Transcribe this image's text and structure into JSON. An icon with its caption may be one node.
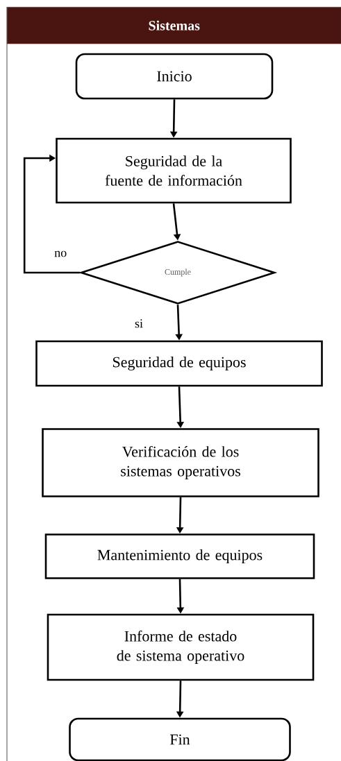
{
  "diagram": {
    "title": "Sistemas",
    "nodes": [
      {
        "text": [
          "Inicio"
        ]
      },
      {
        "text": [
          "Seguridad de la fuente de información"
        ]
      },
      {
        "text": [
          "Cumple"
        ]
      },
      {
        "text": [
          "Seguridad de equipos"
        ]
      },
      {
        "text": [
          "Verificación de los sistemas operativos"
        ]
      },
      {
        "text": [
          "Mantenimiento de equipos"
        ]
      },
      {
        "text": [
          "Informe de estado de sistema operativo"
        ]
      },
      {
        "text": [
          "Fin"
        ]
      }
    ],
    "edges": [
      {
        "from": 0,
        "to": 1,
        "arrow": "to"
      },
      {
        "from": 1,
        "to": 2,
        "arrow": "to"
      },
      {
        "from": 2,
        "to": 1,
        "arrow": "to",
        "label": "no"
      },
      {
        "from": 2,
        "to": 3,
        "arrow": "to",
        "label": "si"
      },
      {
        "from": 3,
        "to": 4,
        "arrow": "to"
      },
      {
        "from": 4,
        "to": 5,
        "arrow": "to"
      },
      {
        "from": 5,
        "to": 6,
        "arrow": "to"
      },
      {
        "from": 6,
        "to": 7,
        "arrow": "to"
      }
    ]
  }
}
